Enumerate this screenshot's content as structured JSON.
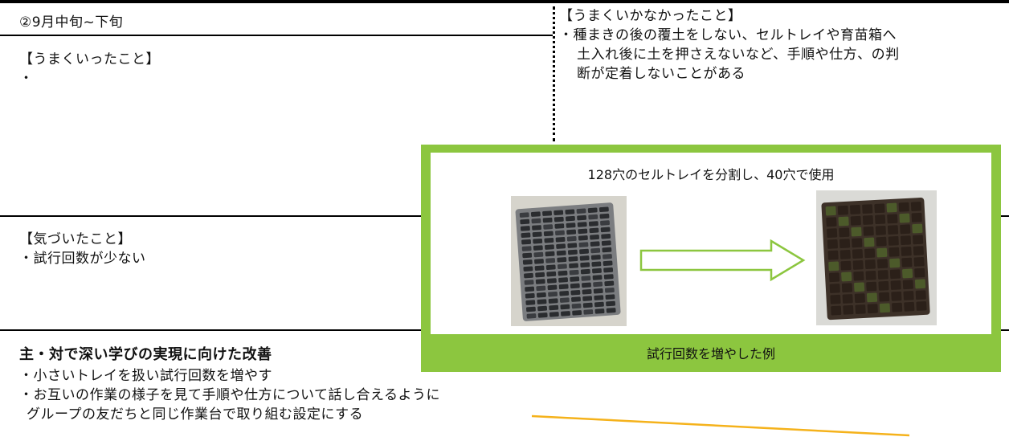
{
  "period": {
    "title": "②9月中旬~下旬"
  },
  "went_well": {
    "heading": "【うまくいったこと】",
    "items": [
      "・"
    ]
  },
  "went_poorly": {
    "heading": "【うまくいかなかったこと】",
    "lines": [
      "・種まきの後の覆土をしない、セルトレイや育苗箱へ",
      "土入れ後に土を押さえないなど、手順や仕方、の判",
      "断が定着しないことがある"
    ]
  },
  "noticed": {
    "heading": "【気づいたこと】",
    "items": [
      "・試行回数が少ない"
    ]
  },
  "improvement": {
    "heading": "主・対で深い学びの実現に向けた改善",
    "lines": [
      "・小さいトレイを扱い試行回数を増やす",
      "・お互いの作業の様子を見て手順や仕方について話し合えるように",
      "グループの友だちと同じ作業台で取り組む設定にする"
    ]
  },
  "example_box": {
    "title": "128穴のセルトレイを分割し、40穴で使用",
    "caption": "試行回数を増やした例",
    "photo_before": "empty-cell-tray-photo",
    "photo_after": "seeded-cell-tray-photo",
    "arrow": "outline-arrow-right-icon"
  },
  "colors": {
    "frame_green": "#8cc63f",
    "arrow_green": "#8cc63f",
    "line_orange": "#f5b21b"
  }
}
